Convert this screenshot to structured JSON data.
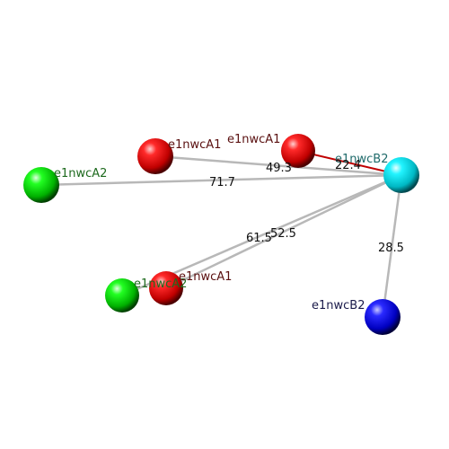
{
  "colors": {
    "background": "#ffffff",
    "bond": "#b8b8b8",
    "highlight_bond": "#c00000",
    "red_atom": "#e00000",
    "green_atom": "#00dd00",
    "cyan_atom": "#00e8f0",
    "blue_atom": "#0000e0",
    "label_red": "#5a1010",
    "label_green": "#1e6a1e",
    "label_cyan": "#1e6a6a",
    "label_blue": "#1a1a4a"
  },
  "atoms": [
    {
      "id": "redA",
      "label": "e1nwcA1",
      "color": "red"
    },
    {
      "id": "redB",
      "label": "e1nwcA1",
      "color": "red"
    },
    {
      "id": "redC",
      "label": "e1nwcA1",
      "color": "red"
    },
    {
      "id": "greenA",
      "label": "e1nwcA2",
      "color": "green"
    },
    {
      "id": "greenB",
      "label": "e1nwcA2",
      "color": "green"
    },
    {
      "id": "cyan",
      "label": "e1nwcB2",
      "color": "cyan"
    },
    {
      "id": "blue",
      "label": "e1nwcB2",
      "color": "blue"
    }
  ],
  "distances": [
    {
      "from": "cyan",
      "to": "redB",
      "value": "22.4",
      "highlight": true
    },
    {
      "from": "cyan",
      "to": "redA",
      "value": "49.3"
    },
    {
      "from": "cyan",
      "to": "greenA",
      "value": "71.7"
    },
    {
      "from": "cyan",
      "to": "redC",
      "value": "52.5"
    },
    {
      "from": "cyan",
      "to": "greenB",
      "value": "61.5"
    },
    {
      "from": "cyan",
      "to": "blue",
      "value": "28.5"
    }
  ]
}
